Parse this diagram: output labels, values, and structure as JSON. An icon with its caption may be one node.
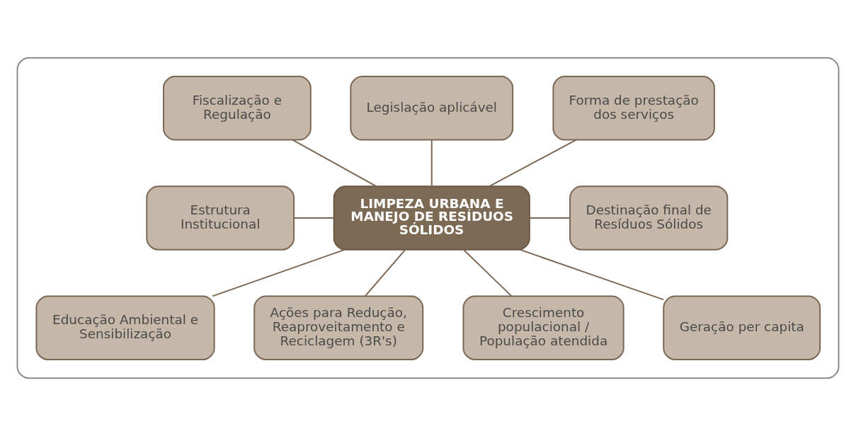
{
  "diagram": {
    "nodes": [
      {
        "text": [],
        "shape": "box"
      },
      {
        "text": [
          "Fiscalização e Regulação"
        ],
        "in": 0
      },
      {
        "text": [
          "Legislação aplicável"
        ],
        "in": 0
      },
      {
        "text": [
          "Forma de prestação dos serviços"
        ],
        "in": 0
      },
      {
        "text": [
          "Estrutura Institucional"
        ],
        "in": 0
      },
      {
        "text": [
          "LIMPEZA URBANA E MANEJO DE RESÍDUOS SÓLIDOS"
        ],
        "in": 0
      },
      {
        "text": [
          "Destinação final de Resíduos Sólidos"
        ],
        "in": 0
      },
      {
        "text": [
          "Educação Ambiental e Sensibilização"
        ],
        "in": 0
      },
      {
        "text": [
          "Ações para Redução, Reaproveitamento e Reciclagem (3R's)"
        ],
        "in": 0
      },
      {
        "text": [
          "Crescimento populacional / População atendida"
        ],
        "in": 0
      },
      {
        "text": [
          "Geração per capita"
        ],
        "in": 0
      }
    ],
    "edges": [
      {
        "from": 5,
        "to": 1,
        "arrow": "none"
      },
      {
        "from": 5,
        "to": 2,
        "arrow": "none"
      },
      {
        "from": 5,
        "to": 3,
        "arrow": "none"
      },
      {
        "from": 5,
        "to": 4,
        "arrow": "none"
      },
      {
        "from": 5,
        "to": 6,
        "arrow": "none"
      },
      {
        "from": 5,
        "to": 7,
        "arrow": "none"
      },
      {
        "from": 5,
        "to": 8,
        "arrow": "none"
      },
      {
        "from": 5,
        "to": 9,
        "arrow": "none"
      },
      {
        "from": 5,
        "to": 10,
        "arrow": "none"
      }
    ]
  }
}
